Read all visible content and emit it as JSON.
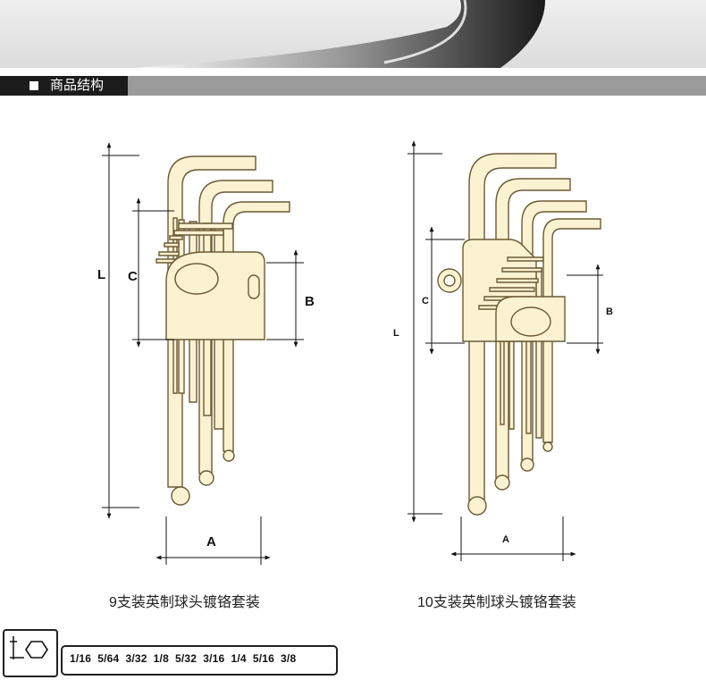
{
  "section": {
    "title": "商品结构"
  },
  "left_diagram": {
    "caption": "9支装英制球头镀铬套装",
    "labels": {
      "L": "L",
      "C": "C",
      "B": "B",
      "A": "A"
    }
  },
  "right_diagram": {
    "caption": "10支装英制球头镀铬套装",
    "labels": {
      "L": "L",
      "C": "C",
      "B": "B",
      "A": "A"
    }
  },
  "sizes": {
    "text": "1/16  5/64  3/32  1/8  5/32  3/16  1/4  5/16  3/8"
  },
  "colors": {
    "key_fill": "#fbf2d2",
    "key_stroke": "#6b5a34",
    "bar_dark": "#1c1c1c",
    "bar_gray": "#9b9b9b"
  },
  "icons": {
    "hex": "hex-key-icon"
  }
}
